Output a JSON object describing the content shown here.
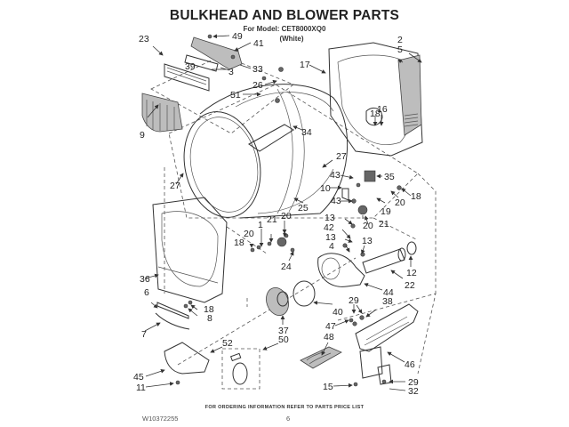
{
  "header": {
    "title": "BULKHEAD AND BLOWER PARTS",
    "model_line": "For Model: CET8000XQ0",
    "color_line": "(White)"
  },
  "footer": {
    "ordering_note": "FOR ORDERING INFORMATION REFER TO PARTS PRICE LIST",
    "document_number": "W10372255",
    "page_number": "6"
  },
  "callouts": {
    "c23": "23",
    "c49": "49",
    "c41": "41",
    "c39": "39",
    "c3": "3",
    "c33": "33",
    "c9": "9",
    "c26": "26",
    "c51": "51",
    "c17": "17",
    "c2": "2",
    "c5": "5",
    "c18a": "18",
    "c16": "16",
    "c34": "34",
    "c27a": "27",
    "c27b": "27",
    "c43a": "43",
    "c35": "35",
    "c10": "10",
    "c18b": "18",
    "c43b": "43",
    "c20a": "20",
    "c19": "19",
    "c25": "25",
    "c21a": "21",
    "c20b": "20",
    "c21b": "21",
    "c20c": "20",
    "c1": "1",
    "c18c": "18",
    "c20d": "20",
    "c13a": "13",
    "c42": "42",
    "c13b": "13",
    "c4": "4",
    "c13c": "13",
    "c24": "24",
    "c12": "12",
    "c22": "22",
    "c36": "36",
    "c6": "6",
    "c18d": "18",
    "c8": "8",
    "c44": "44",
    "c40": "40",
    "c7": "7",
    "c37": "37",
    "c29a": "29",
    "c38": "38",
    "c47": "47",
    "c52": "52",
    "c50": "50",
    "c48": "48",
    "c46": "46",
    "c45": "45",
    "c11": "11",
    "c15": "15",
    "c29b": "29",
    "c32": "32"
  }
}
